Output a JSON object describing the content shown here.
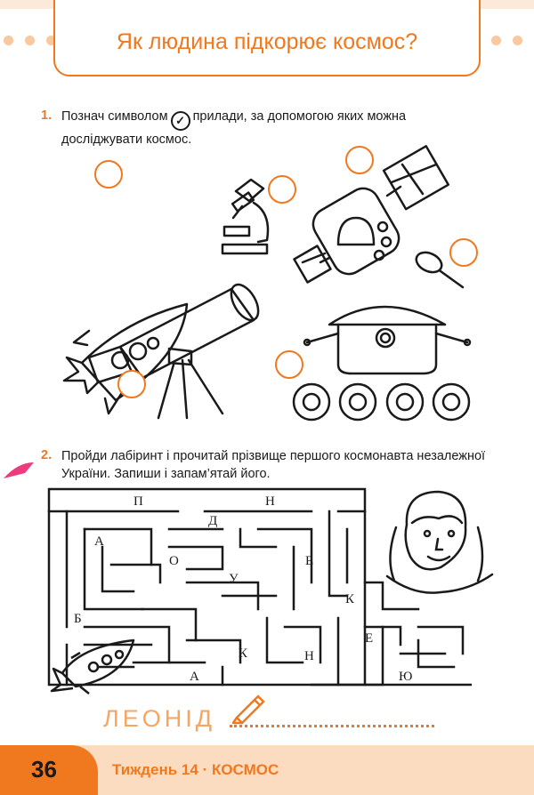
{
  "header": {
    "title": "Як людина підкорює космос?"
  },
  "task1": {
    "number": "1.",
    "text_before": "Познач символом",
    "check_symbol": "✓",
    "text_after": "прилади, за допомогою яких можна досліджувати космос.",
    "items": [
      {
        "icon": "rocket-icon"
      },
      {
        "icon": "microscope-icon"
      },
      {
        "icon": "satellite-icon"
      },
      {
        "icon": "magnifying-glass-icon"
      },
      {
        "icon": "telescope-icon"
      },
      {
        "icon": "lunar-rover-icon"
      }
    ]
  },
  "task2": {
    "number": "2.",
    "text": "Пройди лабіринт і прочитай прізвище першого космонавта незалежної України. Запиши і запам’ятай його.",
    "maze_letters": [
      "П",
      "Н",
      "Д",
      "А",
      "О",
      "Е",
      "У",
      "К",
      "Б",
      "Е",
      "К",
      "Н",
      "А",
      "Ю"
    ]
  },
  "answer": {
    "text": "ЛЕОНІД"
  },
  "footer": {
    "page_number": "36",
    "text": "Тиждень 14 · КОСМОС"
  },
  "colors": {
    "accent": "#f0781e",
    "footer_bg": "#fcdcc0",
    "dots": "#f8c8a0"
  }
}
